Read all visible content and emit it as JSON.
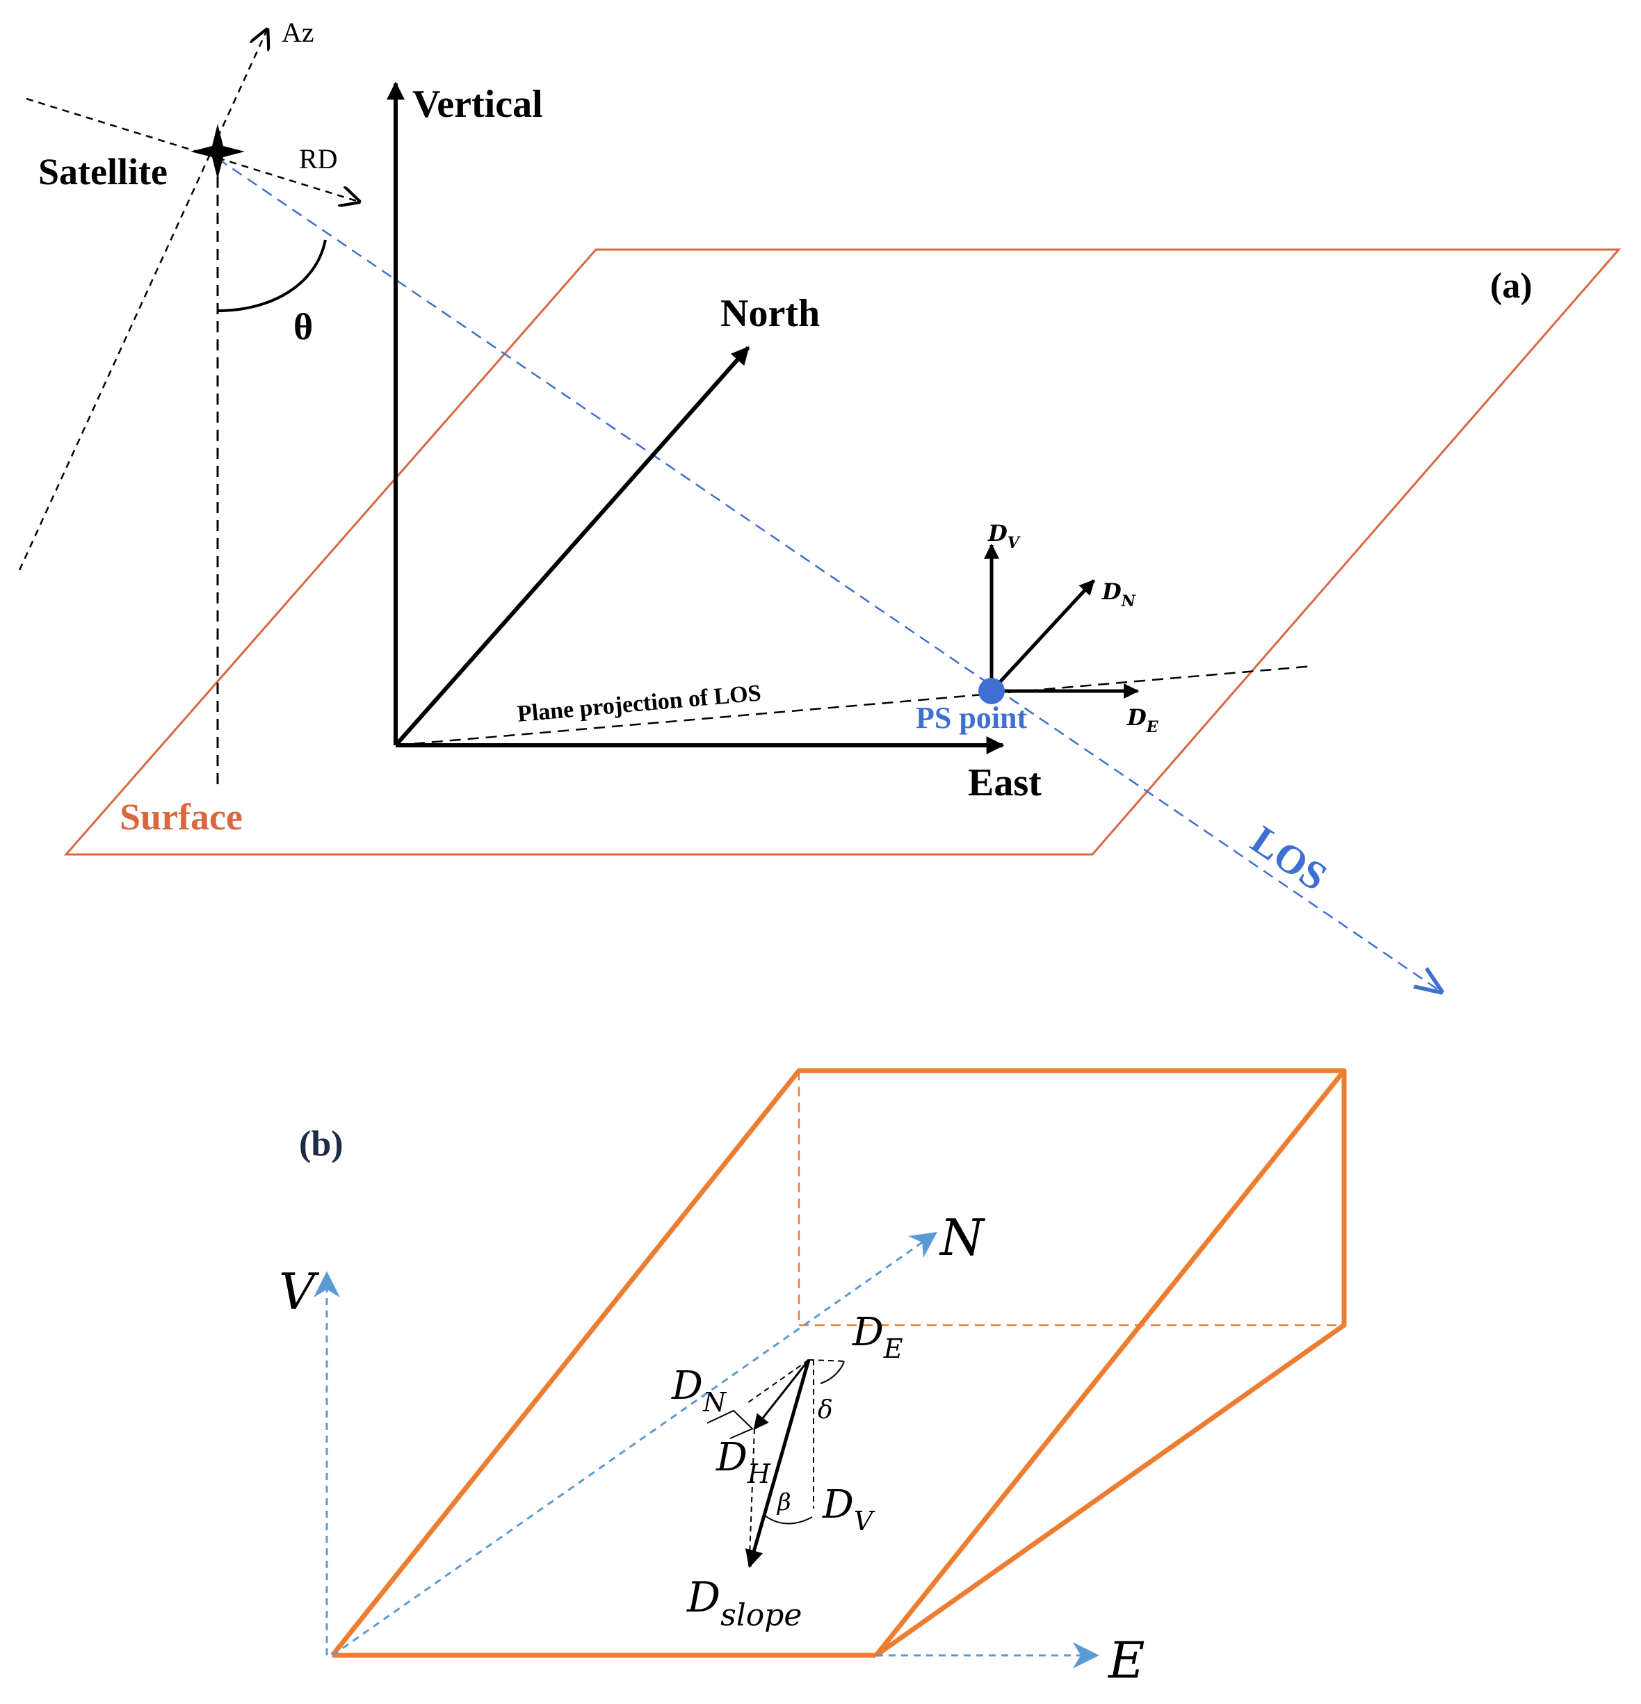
{
  "colors": {
    "surface": "#d9683f",
    "los": "#3f6fd0",
    "axis_b": "#5b9bd5",
    "box": "#ed7d31",
    "ink": "#000000"
  },
  "panel_a": {
    "label": "(a)",
    "satellite": "Satellite",
    "az": "Az",
    "rd": "RD",
    "theta": "θ",
    "vertical": "Vertical",
    "north": "North",
    "east": "East",
    "surface": "Surface",
    "los": "LOS",
    "ps_point": "PS point",
    "plane_projection": "Plane projection of LOS",
    "dv": {
      "base": "D",
      "sub": "V"
    },
    "dn": {
      "base": "D",
      "sub": "N"
    },
    "de": {
      "base": "D",
      "sub": "E"
    }
  },
  "panel_b": {
    "label": "(b)",
    "n": "N",
    "v": "V",
    "e": "E",
    "de": {
      "base": "D",
      "sub": "E"
    },
    "dn": {
      "base": "D",
      "sub": "N"
    },
    "dh": {
      "base": "D",
      "sub": "H"
    },
    "dv": {
      "base": "D",
      "sub": "V"
    },
    "dslope": {
      "base": "D",
      "sub": "slope"
    },
    "delta": "δ",
    "beta": "β"
  }
}
